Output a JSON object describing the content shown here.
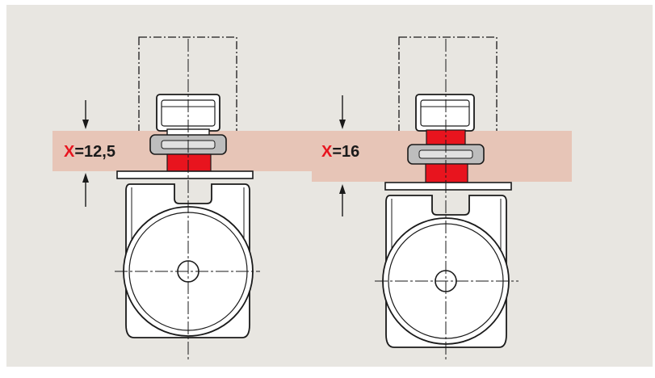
{
  "colors": {
    "background": "#e8e6e1",
    "band": "#e7c5b7",
    "accent_red": "#e8141e",
    "line": "#1a1a1a",
    "washer_gray": "#bdbdbd"
  },
  "left_unit": {
    "label_var": "X",
    "label_value": "=12,5"
  },
  "right_unit": {
    "label_var": "X",
    "label_value": "=16"
  }
}
